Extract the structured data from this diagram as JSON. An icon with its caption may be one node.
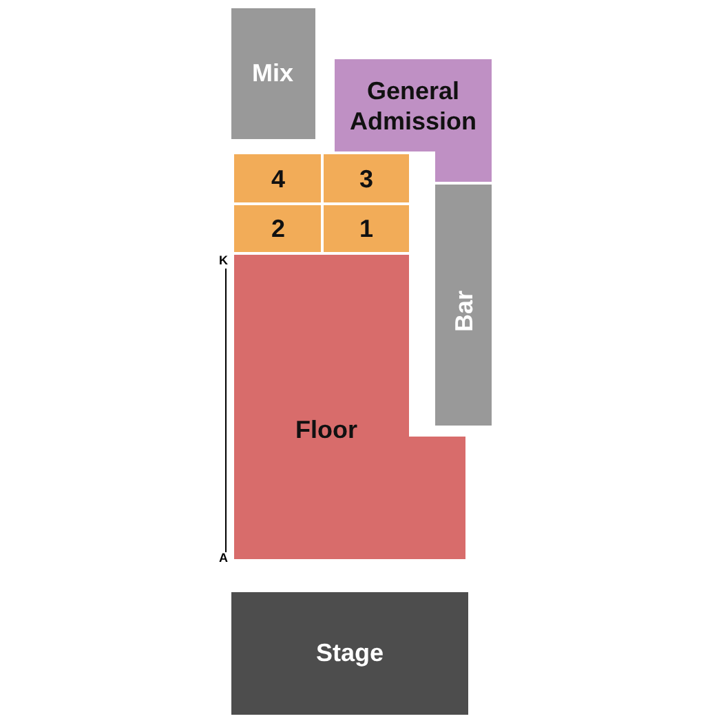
{
  "diagram": {
    "nodes": [
      {
        "text": [
          "Mix"
        ]
      },
      {
        "text": [
          "General Admission"
        ]
      },
      {
        "text": [
          "4"
        ]
      },
      {
        "text": [
          "3"
        ]
      },
      {
        "text": [
          "2"
        ]
      },
      {
        "text": [
          "1"
        ]
      },
      {
        "text": [
          "Bar"
        ]
      },
      {
        "text": [
          "Floor"
        ]
      },
      {
        "text": [
          "Stage"
        ]
      }
    ],
    "edges": [],
    "labels": [
      "K",
      "A"
    ]
  }
}
